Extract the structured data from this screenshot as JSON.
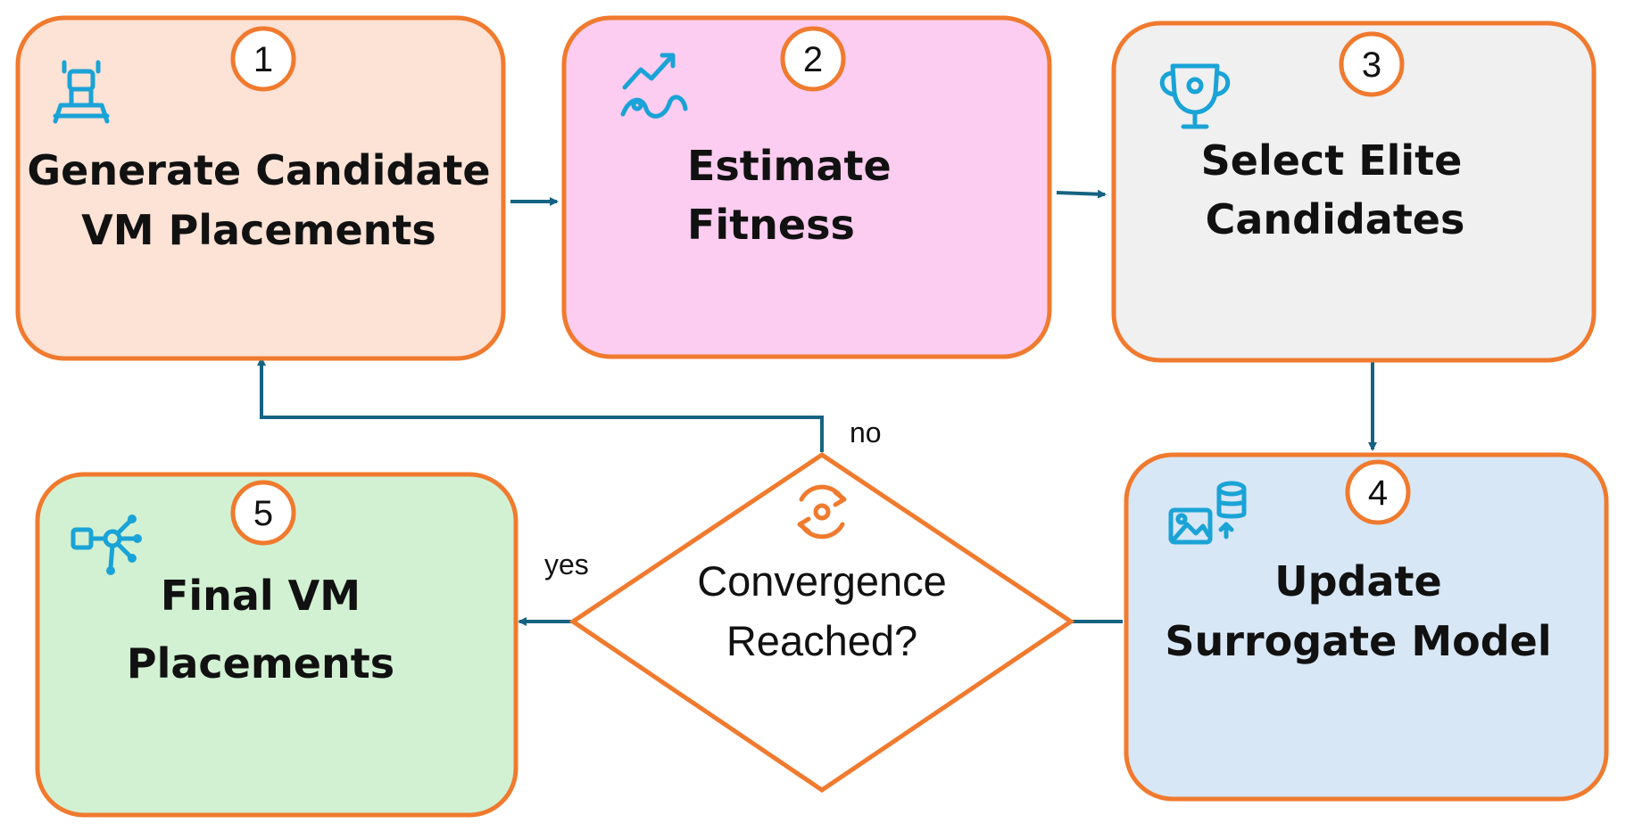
{
  "colors": {
    "border": "#f07a2e",
    "arrow": "#156382",
    "icon": "#1aa3d6",
    "box1_fill": "#fde2d6",
    "box2_fill": "#fccdf0",
    "box3_fill": "#f0f0f0",
    "box4_fill": "#d8e7f6",
    "box5_fill": "#d2f1d3",
    "diamond_fill": "#ffffff"
  },
  "steps": [
    {
      "number": "1",
      "title_line1": "Generate Candidate",
      "title_line2": "VM Placements",
      "icon": "robot-arm-icon"
    },
    {
      "number": "2",
      "title_line1": "Estimate",
      "title_line2": "Fitness",
      "icon": "trend-chart-icon"
    },
    {
      "number": "3",
      "title_line1": "Select Elite",
      "title_line2": "Candidates",
      "icon": "trophy-icon"
    },
    {
      "number": "4",
      "title_line1": "Update",
      "title_line2": "Surrogate Model",
      "icon": "image-database-icon"
    },
    {
      "number": "5",
      "title_line1": "Final VM",
      "title_line2": "Placements",
      "icon": "network-hub-icon"
    }
  ],
  "decision": {
    "line1": "Convergence",
    "line2": "Reached?",
    "icon": "refresh-cycle-icon"
  },
  "edge_labels": {
    "no": "no",
    "yes": "yes"
  }
}
